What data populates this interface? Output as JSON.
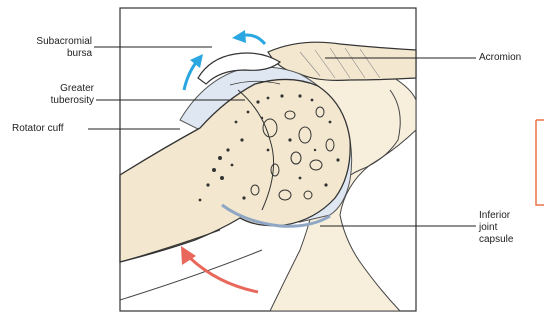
{
  "labels": {
    "subacromial_bursa": "Subacromial\nbursa",
    "greater_tuberosity": "Greater\ntuberosity",
    "rotator_cuff": "Rotator cuff",
    "acromion": "Acromion",
    "inferior_joint_capsule": "Inferior\njoint\ncapsule"
  },
  "colors": {
    "bone": "#f3e8cf",
    "arrow_blue": "#2aa7e0",
    "arrow_red": "#e8685b",
    "tissue_blue": "#dfe8f2",
    "frame_orange": "#e8734a"
  }
}
